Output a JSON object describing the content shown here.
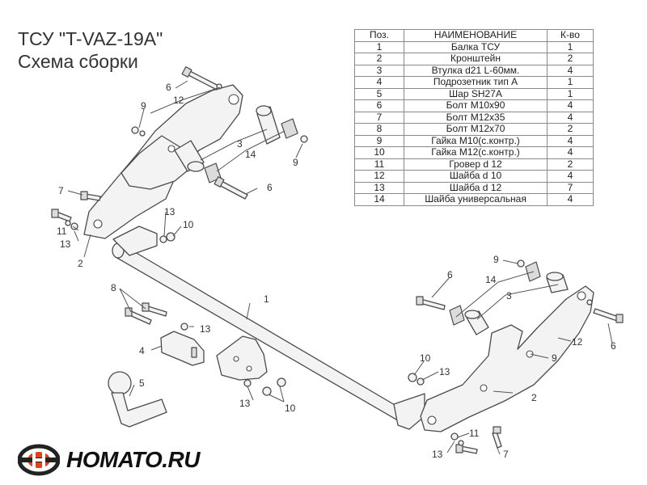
{
  "title": {
    "line1": "ТСУ \"T-VAZ-19A\"",
    "line2": "Схема сборки"
  },
  "table": {
    "headers": [
      "Поз.",
      "НАИМЕНОВАНИЕ",
      "К-во"
    ],
    "rows": [
      [
        "1",
        "Балка ТСУ",
        "1"
      ],
      [
        "2",
        "Кронштейн",
        "2"
      ],
      [
        "3",
        "Втулка d21 L-60мм.",
        "4"
      ],
      [
        "4",
        "Подрозетник тип А",
        "1"
      ],
      [
        "5",
        "Шар SH27A",
        "1"
      ],
      [
        "6",
        "Болт М10х90",
        "4"
      ],
      [
        "7",
        "Болт М12х35",
        "4"
      ],
      [
        "8",
        "Болт М12х70",
        "2"
      ],
      [
        "9",
        "Гайка М10(с.контр.)",
        "4"
      ],
      [
        "10",
        "Гайка М12(с.контр.)",
        "4"
      ],
      [
        "11",
        "Гровер d 12",
        "2"
      ],
      [
        "12",
        "Шайба d 10",
        "4"
      ],
      [
        "13",
        "Шайба d 12",
        "7"
      ],
      [
        "14",
        "Шайба универсальная",
        "4"
      ]
    ]
  },
  "callouts": {
    "c1": "1",
    "c2": "2",
    "c3": "3",
    "c4": "4",
    "c5": "5",
    "c6": "6",
    "c7": "7",
    "c8": "8",
    "c9": "9",
    "c10": "10",
    "c11": "11",
    "c12": "12",
    "c13": "13",
    "c14": "14"
  },
  "logo": {
    "text": "НОМАТО.RU",
    "icon": "car-wheel-logo-icon",
    "colors": {
      "ring": "#222222",
      "accent": "#e0401c"
    }
  }
}
